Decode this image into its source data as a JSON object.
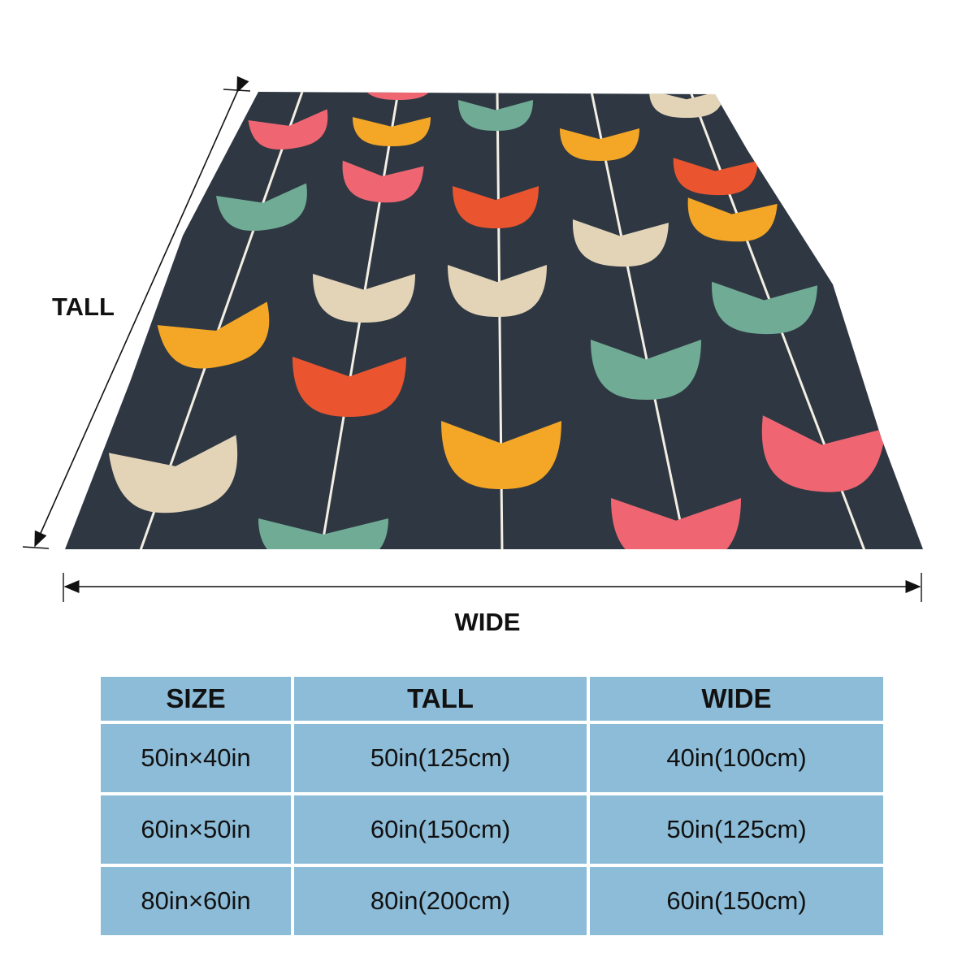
{
  "diagram": {
    "tall_label": "TALL",
    "wide_label": "WIDE"
  },
  "colors": {
    "blanket": "#2f3842",
    "stem": "#f3efe4",
    "pink": "#ef6672",
    "orange": "#f4a627",
    "teal": "#70ab95",
    "red": "#ea5530",
    "cream": "#e3d4b8",
    "table_fill": "#8dbcd8"
  },
  "size_table": {
    "headers": [
      "SIZE",
      "TALL",
      "WIDE"
    ],
    "rows": [
      [
        "50in×40in",
        "50in(125cm)",
        "40in(100cm)"
      ],
      [
        "60in×50in",
        "60in(150cm)",
        "50in(125cm)"
      ],
      [
        "80in×60in",
        "80in(200cm)",
        "60in(150cm)"
      ]
    ]
  }
}
